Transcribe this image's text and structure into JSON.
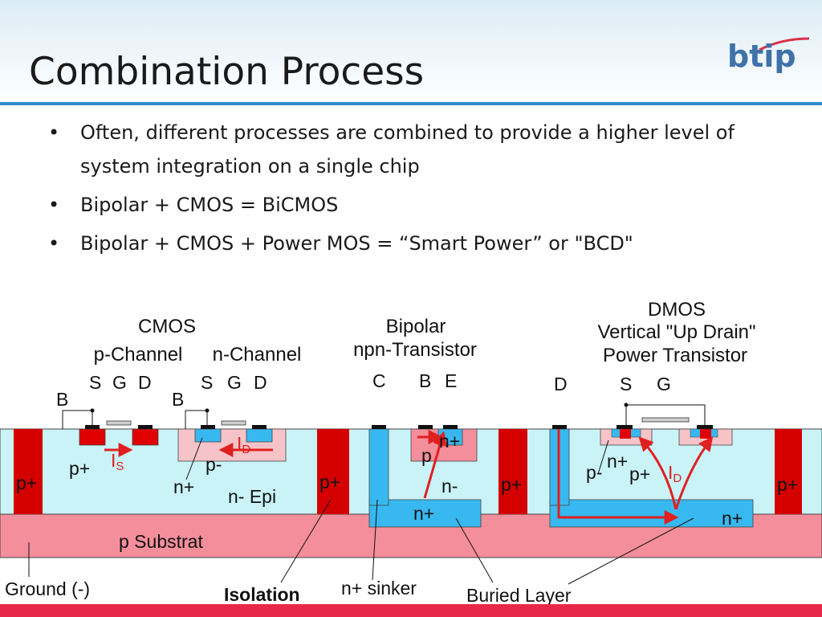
{
  "slide": {
    "title": "Combination Process",
    "logo_text": "btip",
    "bullets": [
      "Often, different processes are combined to provide a higher level of system integration on a single chip",
      "Bipolar + CMOS = BiCMOS",
      "Bipolar + CMOS + Power MOS = “Smart Power” or \"BCD\""
    ]
  },
  "diagram": {
    "cmos": {
      "title": "CMOS",
      "p_channel": "p-Channel",
      "n_channel": "n-Channel",
      "s": "S",
      "g": "G",
      "d": "D",
      "b": "B",
      "p_plus": "p+",
      "n_plus": "n+",
      "p_minus": "p-",
      "i_s": "I",
      "i_s_sub": "S",
      "i_d": "I",
      "i_d_sub": "D"
    },
    "bipolar": {
      "title": "Bipolar",
      "subtitle": "npn-Transistor",
      "c": "C",
      "b": "B",
      "e": "E",
      "n_plus_emitter": "n+",
      "p_base": "p",
      "n_minus": "n-",
      "n_plus_buried": "n+"
    },
    "dmos": {
      "title": "DMOS",
      "subtitle1": "Vertical \"Up Drain\"",
      "subtitle2": "Power Transistor",
      "d": "D",
      "s": "S",
      "g": "G",
      "p_minus": "p-",
      "n_plus": "n+",
      "p_plus": "p+",
      "i_d": "I",
      "i_d_sub": "D",
      "n_plus_buried": "n+"
    },
    "layers": {
      "isolation_p_plus": "p+",
      "n_epi": "n- Epi",
      "substrate": "p  Substrat"
    },
    "callouts": {
      "ground": "Ground (-)",
      "isolation": "Isolation",
      "sinker": "n+ sinker",
      "buried_layer": "Buried Layer"
    },
    "colors": {
      "epi": "#c9f3f7",
      "substrate": "#f48e9b",
      "isolation": "#d40000",
      "n_plus": "#38b8f0",
      "p_well": "#f6c4c8",
      "current_arrow": "#e02020"
    }
  }
}
